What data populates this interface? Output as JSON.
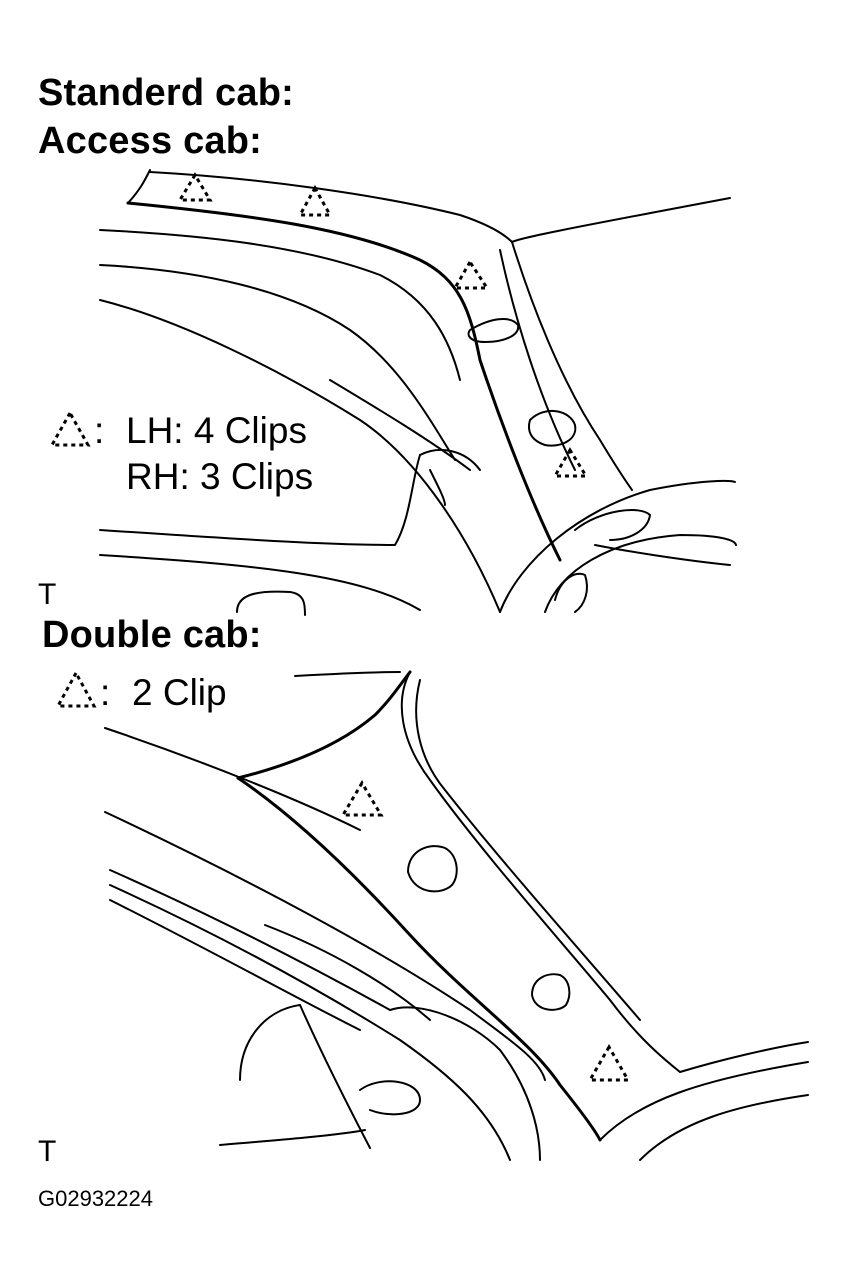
{
  "headings": {
    "standard_cab": "Standerd cab:",
    "access_cab": "Access cab:",
    "double_cab": "Double cab:"
  },
  "legend_top": {
    "line1": "LH: 4 Clips",
    "line2": "RH: 3 Clips",
    "separator": ":"
  },
  "legend_bottom": {
    "text": "2 Clip",
    "separator": ":"
  },
  "markers": {
    "top_t": "T",
    "bottom_t": "T"
  },
  "figure_code": "G02932224"
}
